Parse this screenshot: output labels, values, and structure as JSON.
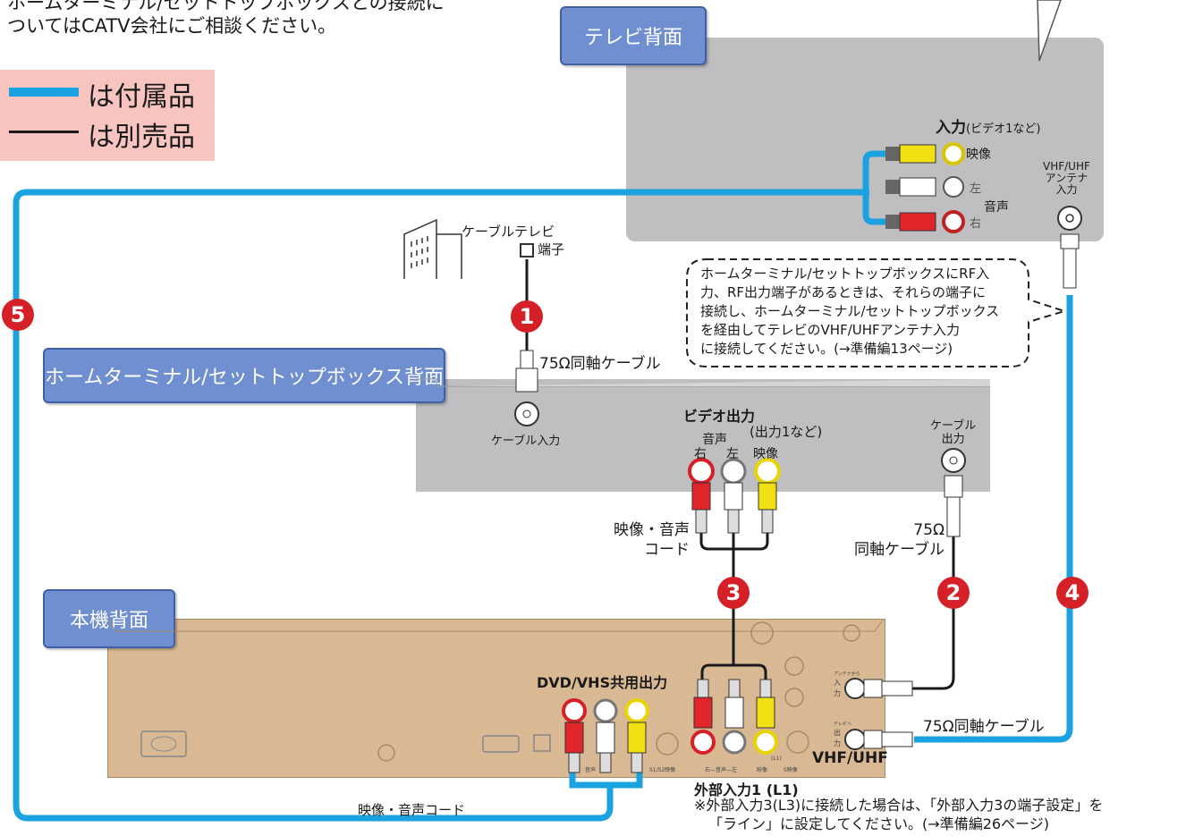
{
  "top_note": [
    "ホームターミナル/セットトップボックスとの接続に",
    "ついてはCATV会社にご相談ください。"
  ],
  "legend": {
    "included": "は付属品",
    "separate": "は別売品",
    "included_color": "#1aa3e0",
    "separate_color": "#1a1a1a"
  },
  "tv": {
    "title": "テレビ背面",
    "input_heading": "入力",
    "input_sub": "(ビデオ1など)",
    "video": "映像",
    "left": "左",
    "audio": "音声",
    "right": "右",
    "antenna": [
      "VHF/UHF",
      "アンテナ",
      "入力"
    ]
  },
  "cable_tv": {
    "line1": "ケーブルテレビ",
    "line2": "端子"
  },
  "callout": [
    "ホームターミナル/セットトップボックスにRF入",
    "力、RF出力端子があるときは、それらの端子に",
    "接続し、ホームターミナル/セットトップボックス",
    "を経由してテレビのVHF/UHFアンテナ入力",
    "に接続してください。(→準備編13ページ)"
  ],
  "stb": {
    "title": "ホームターミナル/セットトップボックス背面",
    "coax_label": "75Ω同軸ケーブル",
    "cable_in": "ケーブル入力",
    "video_out": "ビデオ出力",
    "video_out_sub": "(出力1など)",
    "audio": "音声",
    "right": "右",
    "left": "左",
    "video": "映像",
    "cable_out": [
      "ケーブル",
      "出力"
    ]
  },
  "av_cord": [
    "映像・音声",
    "コード"
  ],
  "coax2": [
    "75Ω",
    "同軸ケーブル"
  ],
  "unit": {
    "title": "本機背面",
    "dvd_vhs_out": "DVD/VHS共用出力",
    "ext_input": "外部入力1 (L1)",
    "vhf_uhf": "VHF/UHF",
    "coax4": "75Ω同軸ケーブル",
    "small_ant_in": "アンテナから",
    "small_in": "入",
    "small_in2": "力",
    "small_tv_out": "テレビへ",
    "small_out": "出",
    "small_out2": "力",
    "small_audio_out": "音声",
    "small_s1s2": "S1/S2映像",
    "small_rl": "右—音声—左",
    "small_video": "映像",
    "small_svideo": "S映像",
    "small_l1": "(L1)"
  },
  "bottom_cord": "映像・音声コード",
  "footnote": [
    "※外部入力3(L3)に接続した場合は、「外部入力3の端子設定」を",
    "「ライン」に設定してください。(→準備編26ページ)"
  ],
  "numbers": {
    "n1": "1",
    "n2": "2",
    "n3": "3",
    "n4": "4",
    "n5": "5",
    "color": "#d42026"
  }
}
